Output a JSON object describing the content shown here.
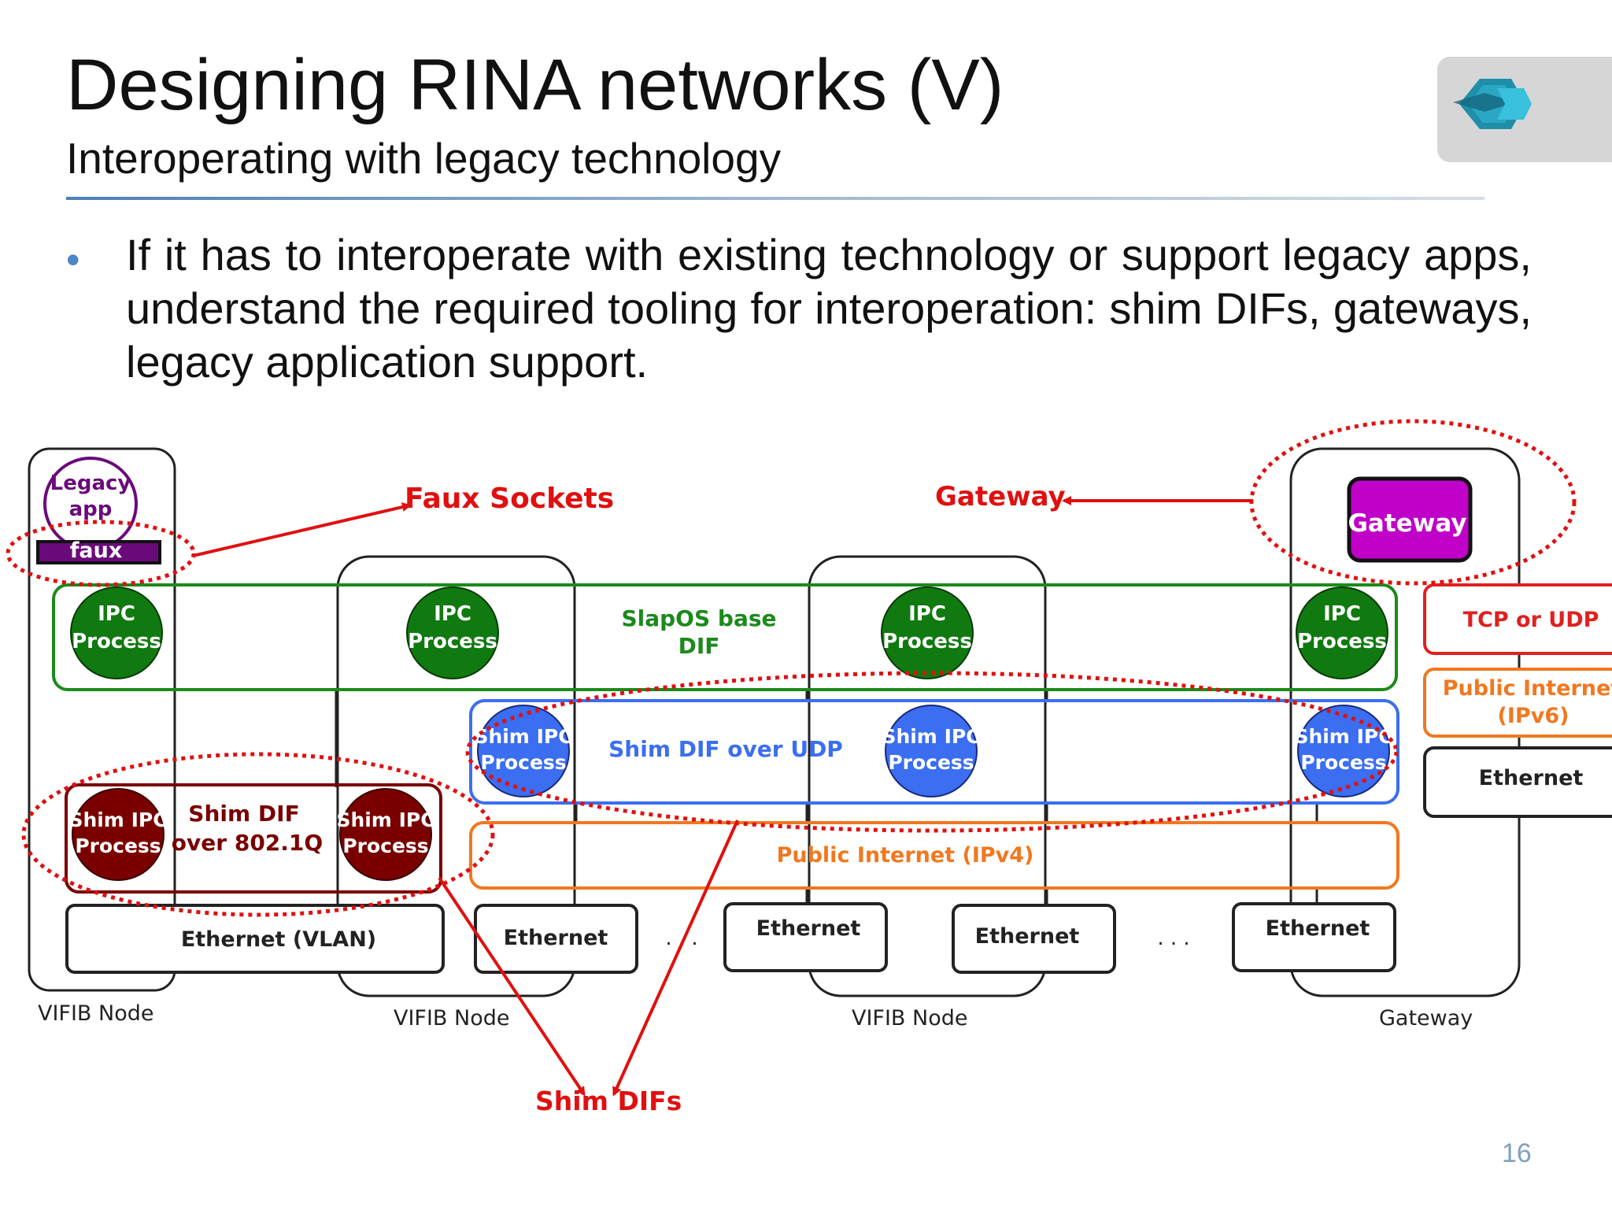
{
  "slide": {
    "title": "Designing RINA networks (V)",
    "subtitle": "Interoperating with legacy technology",
    "bullet": "If it has to interoperate with existing technology or support legacy apps, understand the required tooling for interoperation: shim DIFs, gateways, legacy application support.",
    "page_number": "16"
  },
  "colors": {
    "ipc_green": "#107a10",
    "shim_blue": "#3b6ef0",
    "shim_red": "#7a0000",
    "internet_orange": "#f07820",
    "tcp_red": "#e02020",
    "gateway_magenta": "#c000c8",
    "legacy_purple": "#6a0a7a",
    "annotation_red": "#e01010"
  },
  "diagram": {
    "annotations": {
      "faux_sockets": "Faux Sockets",
      "gateway": "Gateway",
      "shim_difs": "Shim DIFs"
    },
    "legacy_app": {
      "label": "Legacy app",
      "line1": "Legacy",
      "line2": "app",
      "faux": "faux"
    },
    "gateway_box": "Gateway",
    "slapos_dif": {
      "line1": "SlapOS base",
      "line2": "DIF"
    },
    "ipc_process": {
      "line1": "IPC",
      "line2": "Process"
    },
    "shim_ipc_process": {
      "line1": "Shim IPC",
      "line2": "Process"
    },
    "shim_dif_udp": "Shim DIF over UDP",
    "shim_dif_8021q": {
      "line1": "Shim DIF",
      "line2": "over 802.1Q"
    },
    "public_internet_ipv4": "Public Internet  (IPv4)",
    "tcp_or_udp": "TCP or UDP",
    "public_internet_ipv6": {
      "line1": "Public Internet",
      "line2": "(IPv6)"
    },
    "ethernet": "Ethernet",
    "ethernet_vlan": "Ethernet (VLAN)",
    "ellipsis": ". . .",
    "node_labels": [
      "VIFIB Node",
      "VIFIB Node",
      "VIFIB Node",
      "Gateway"
    ]
  }
}
